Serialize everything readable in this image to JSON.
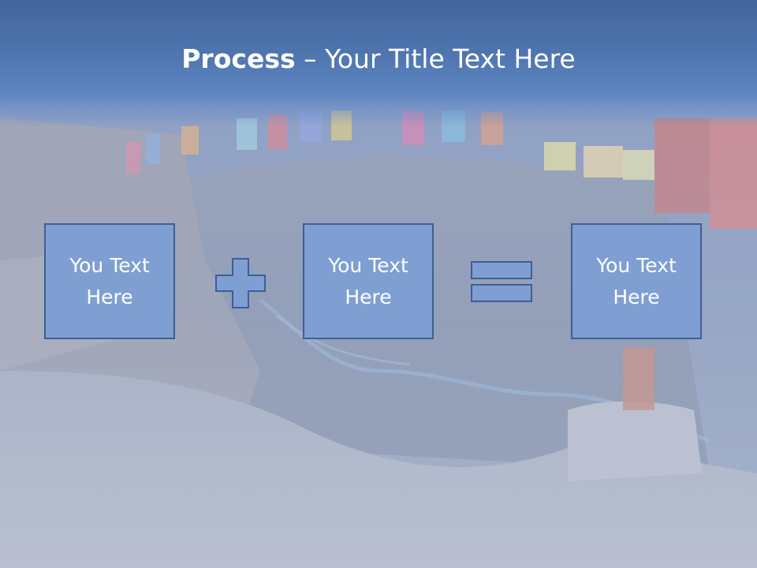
{
  "slide": {
    "title_bold": "Process",
    "title_rest": " – Your Title Text Here",
    "boxes": [
      {
        "text": "You Text Here"
      },
      {
        "text": "You Text Here"
      },
      {
        "text": "You Text Here"
      }
    ],
    "operators": [
      "plus-icon",
      "equals-icon"
    ]
  },
  "colors": {
    "title_band": "#4e74ae",
    "box_fill": "#7f9fd2",
    "box_border": "#3e5f96",
    "text": "#ffffff"
  }
}
